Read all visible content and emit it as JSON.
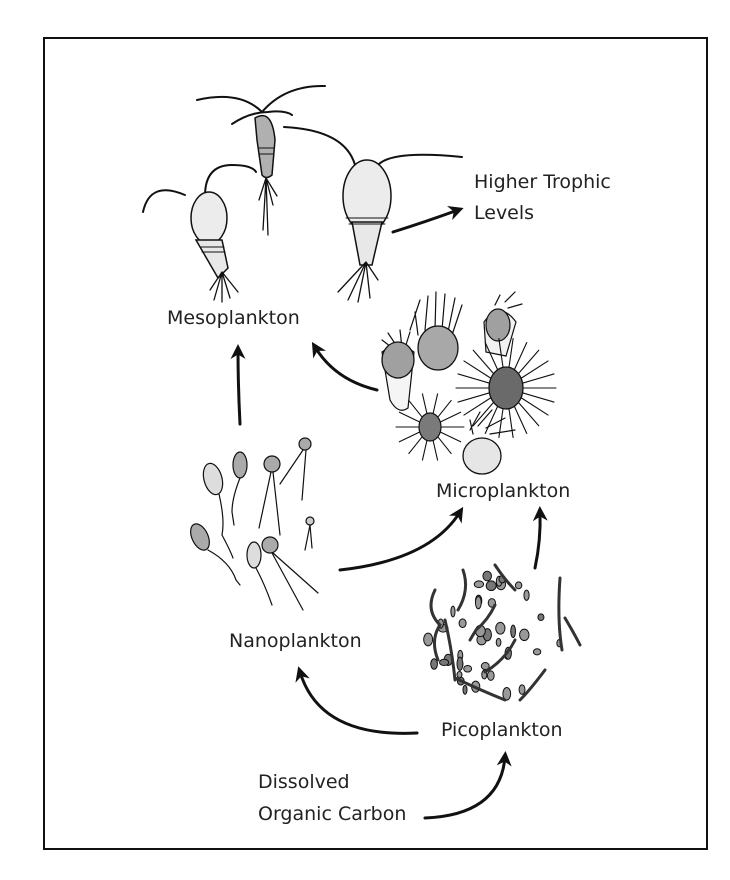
{
  "title": "Planktonic food web",
  "labels": {
    "higher_trophic_line1": "Higher Trophic",
    "higher_trophic_line2": "Levels",
    "mesoplankton": "Mesoplankton",
    "microplankton": "Microplankton",
    "nanoplankton": "Nanoplankton",
    "picoplankton": "Picoplankton",
    "doc_line1": "Dissolved",
    "doc_line2": "Organic Carbon"
  },
  "colors": {
    "line": "#111111",
    "light_fill": "#e6e6e6",
    "mid_fill": "#a8a8a8",
    "dark_fill": "#6a6a6a"
  }
}
